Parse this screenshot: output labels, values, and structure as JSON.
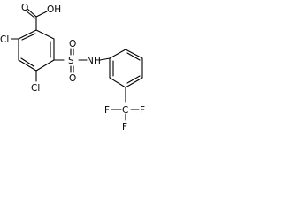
{
  "molecule": {
    "atoms": {
      "hydroxyl": "OH",
      "carbonyl_o": "O",
      "cl_top": "Cl",
      "cl_bottom": "Cl",
      "sulfur": "S",
      "sulfonyl_o1": "O",
      "sulfonyl_o2": "O",
      "nitrogen": "N",
      "hydrogen": "H",
      "fluorine_left": "F",
      "carbon_cf3": "C",
      "fluorine_right": "F",
      "fluorine_bottom": "F"
    }
  }
}
